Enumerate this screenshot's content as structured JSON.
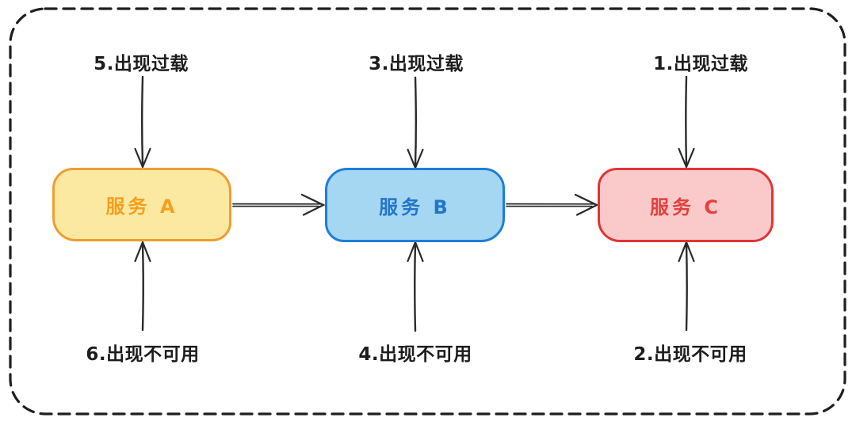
{
  "diagram": {
    "type": "flow-diagram",
    "nodes": [
      {
        "id": "service-a",
        "label": "服务 A",
        "fill": "#FCE9A1",
        "border": "#EF9D2F",
        "text_color": "#F5A01D"
      },
      {
        "id": "service-b",
        "label": "服务 B",
        "fill": "#A5D6F2",
        "border": "#1E7FD8",
        "text_color": "#2375CB"
      },
      {
        "id": "service-c",
        "label": "服务 C",
        "fill": "#FACACA",
        "border": "#E23434",
        "text_color": "#E5403C"
      }
    ],
    "annotations": {
      "top": [
        {
          "target": "service-a",
          "label": "5.出现过载"
        },
        {
          "target": "service-b",
          "label": "3.出现过载"
        },
        {
          "target": "service-c",
          "label": "1.出现过载"
        }
      ],
      "bottom": [
        {
          "target": "service-a",
          "label": "6.出现不可用"
        },
        {
          "target": "service-b",
          "label": "4.出现不可用"
        },
        {
          "target": "service-c",
          "label": "2.出现不可用"
        }
      ]
    },
    "edges": [
      {
        "from": "service-a",
        "to": "service-b",
        "direction": "right"
      },
      {
        "from": "service-b",
        "to": "service-c",
        "direction": "right"
      }
    ],
    "colors": {
      "background": "#FFFFFF",
      "outer_border": "#1F1F1F",
      "arrow": "#2A2A2A",
      "annotation_text": "#1D1D1D"
    }
  }
}
